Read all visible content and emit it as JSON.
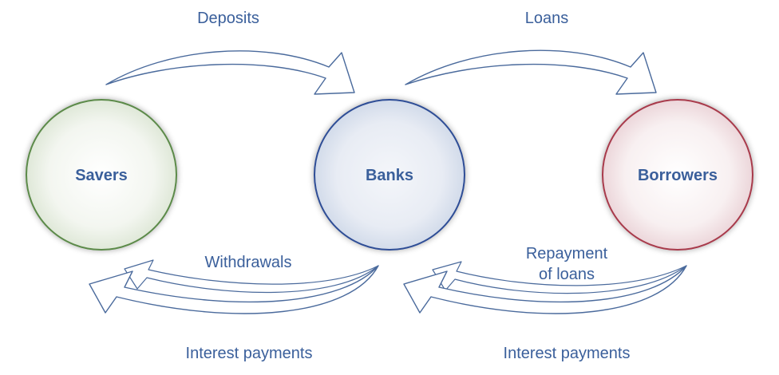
{
  "nodes": {
    "savers": {
      "label": "Savers",
      "color": "#5b8a4a"
    },
    "banks": {
      "label": "Banks",
      "color": "#2f4e96"
    },
    "borrowers": {
      "label": "Borrowers",
      "color": "#a83a4c"
    }
  },
  "flows": {
    "deposits": "Deposits",
    "loans": "Loans",
    "withdrawals": "Withdrawals",
    "interest_to_savers": "Interest payments",
    "repayment_line1": "Repayment",
    "repayment_line2": "of loans",
    "interest_to_banks": "Interest payments"
  },
  "colors": {
    "text": "#3a5f9b",
    "arrow_outline": "#4a6a9c"
  }
}
